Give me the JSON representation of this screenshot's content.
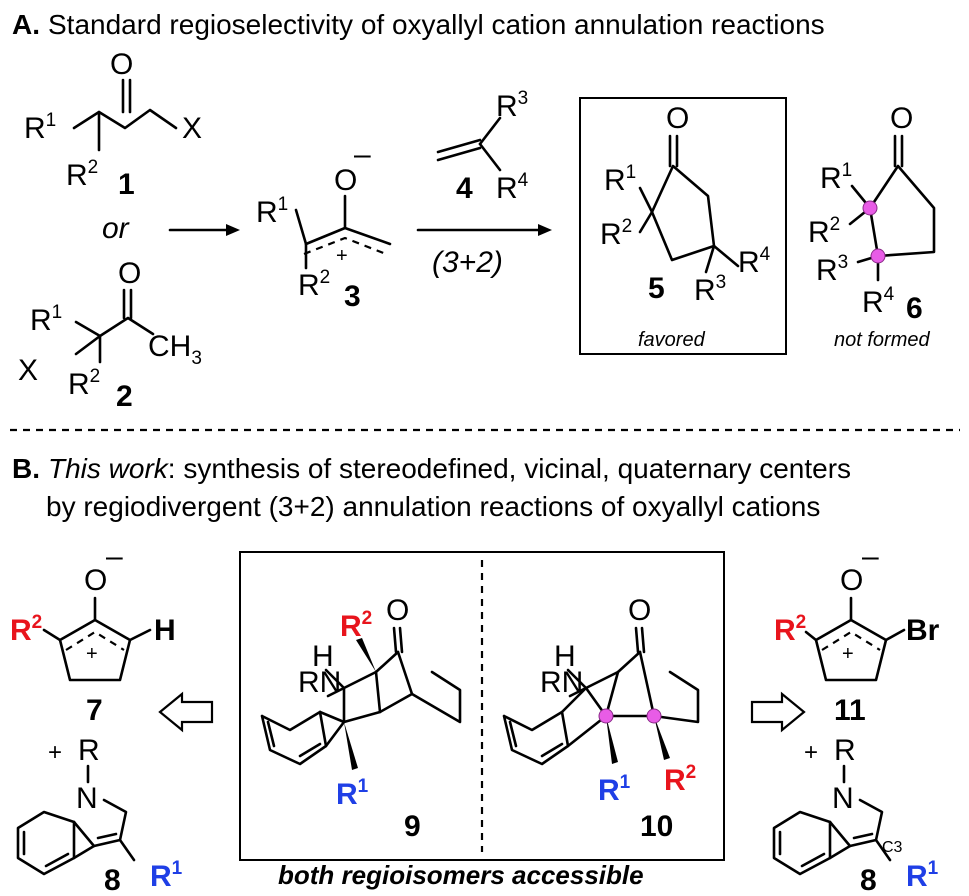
{
  "partA": {
    "letter": "A.",
    "title": "Standard regioselectivity of oxyallyl cation annulation reactions",
    "or": "or",
    "conditions": "(3+2)",
    "favored": "favored",
    "not_formed": "not formed",
    "compounds": {
      "c1": "1",
      "c2": "2",
      "c3": "3",
      "c4": "4",
      "c5": "5",
      "c6": "6"
    }
  },
  "partB": {
    "letter": "B.",
    "title_italic": "This work",
    "title_rest": ": synthesis of stereodefined, vicinal, quaternary centers",
    "title_line2": "by regiodivergent (3+2) annulation reactions of oxyallyl cations",
    "footer": "both regioisomers accessible",
    "c3_label": "C3",
    "compounds": {
      "c7": "7",
      "c8": "8",
      "c9": "9",
      "c10": "10",
      "c11": "11"
    }
  },
  "atoms": {
    "O": "O",
    "X": "X",
    "R": "R",
    "H": "H",
    "Br": "Br",
    "N": "N",
    "RN": "RN",
    "CH": "CH",
    "three": "3",
    "one": "1",
    "two": "2",
    "four": "4",
    "minus": "–",
    "plus": "+"
  },
  "colors": {
    "R1_highlight": "#1f3fe6",
    "R2_highlight": "#e8141c",
    "marker": "#e85ce6"
  }
}
